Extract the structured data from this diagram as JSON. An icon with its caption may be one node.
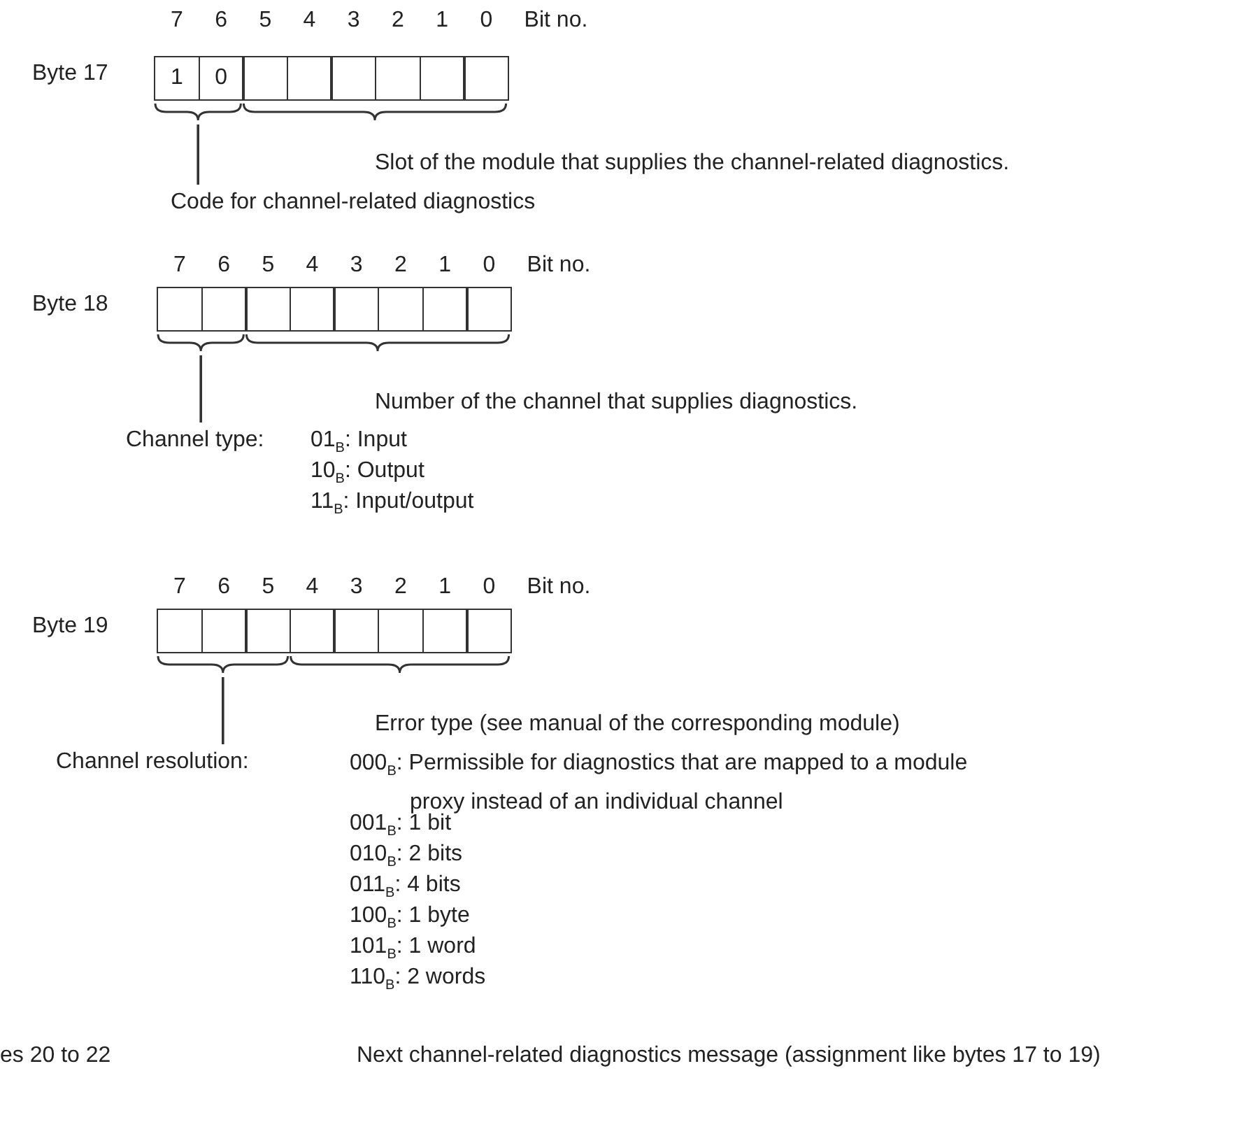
{
  "diagram": {
    "nodes": [
      {
        "text": [
          "1"
        ]
      },
      {
        "text": [
          "0"
        ]
      },
      {
        "text": [],
        "shape": "box"
      },
      {
        "text": [],
        "shape": "box"
      },
      {
        "text": [],
        "shape": "box"
      },
      {
        "text": [],
        "shape": "box"
      },
      {
        "text": [],
        "shape": "box"
      },
      {
        "text": [],
        "shape": "box"
      },
      {
        "text": [],
        "shape": "bracket"
      },
      {
        "text": [],
        "shape": "bracket"
      },
      {
        "text": [
          "Code for channel-related diagnostics"
        ]
      },
      {
        "text": [],
        "shape": "box"
      },
      {
        "text": [],
        "shape": "box"
      },
      {
        "text": [],
        "shape": "box"
      },
      {
        "text": [],
        "shape": "box"
      },
      {
        "text": [],
        "shape": "box"
      },
      {
        "text": [],
        "shape": "box"
      },
      {
        "text": [],
        "shape": "box"
      },
      {
        "text": [],
        "shape": "box"
      },
      {
        "text": [],
        "shape": "bracket"
      },
      {
        "text": [],
        "shape": "bracket"
      },
      {
        "text": [
          "Channel type:"
        ]
      },
      {
        "text": [],
        "shape": "box"
      },
      {
        "text": [],
        "shape": "box"
      },
      {
        "text": [],
        "shape": "box"
      },
      {
        "text": [],
        "shape": "box"
      },
      {
        "text": [],
        "shape": "box"
      },
      {
        "text": [],
        "shape": "box"
      },
      {
        "text": [],
        "shape": "box"
      },
      {
        "text": [],
        "shape": "box"
      },
      {
        "text": [],
        "shape": "bracket"
      },
      {
        "text": [],
        "shape": "bracket"
      },
      {
        "text": [
          "Channel resolution:"
        ]
      }
    ],
    "edges": [
      {
        "from": 10,
        "to": 8,
        "arrow": "none"
      },
      {
        "from": 21,
        "to": 19,
        "arrow": "none"
      },
      {
        "from": 32,
        "to": 30,
        "arrow": "none"
      }
    ],
    "labels": [
      "7",
      "6",
      "5",
      "4",
      "3",
      "2",
      "1",
      "0",
      "Bit no.",
      "Byte 17",
      "Slot of the module that supplies the channel-related diagnostics.",
      "7",
      "6",
      "5",
      "4",
      "3",
      "2",
      "1",
      "0",
      "Bit no.",
      "Byte 18",
      "Number of the channel that supplies diagnostics.",
      "01$_{B}$: Input",
      "10$_{B}$: Output",
      "11$_{B}$: Input/output",
      "7",
      "6",
      "5",
      "4",
      "3",
      "2",
      "1",
      "0",
      "Bit no.",
      "Byte 19",
      "Error type (see manual of the corresponding module)",
      "000$_{B}$: Permissible for diagnostics that are mapped to a module proxy instead of an individual channel",
      "001$_{B}$: 1 bit",
      "010$_{B}$: 2 bits",
      "011$_{B}$: 4 bits",
      "100$_{B}$: 1 byte",
      "101$_{B}$: 1 word",
      "110$_{B}$: 2 words",
      "es 20 to 22",
      "Next channel-related diagnostics message (assignment like bytes 17 to 19)"
    ]
  }
}
